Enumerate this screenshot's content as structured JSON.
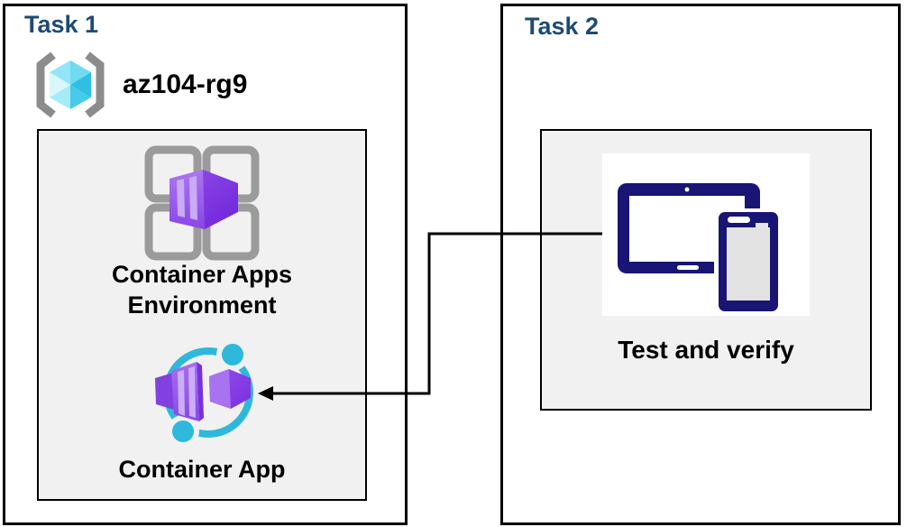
{
  "diagram": {
    "task1": {
      "title": "Task 1",
      "resource_group": {
        "name": "az104-rg9",
        "icon": "resource-group-icon"
      },
      "nodes": [
        {
          "label": "Container Apps Environment",
          "icon": "container-apps-environment-icon"
        },
        {
          "label": "Container App",
          "icon": "container-app-icon"
        }
      ]
    },
    "task2": {
      "title": "Task 2",
      "nodes": [
        {
          "label": "Test and verify",
          "icon": "tablet-and-phone-icon"
        }
      ]
    },
    "connector": {
      "direction": "from Test and verify icon to Container App icon",
      "style": "elbow-arrow"
    }
  },
  "colors": {
    "task_title": "#1d4b72",
    "box_border": "#000000",
    "inner_box_bg": "#f1f1f1",
    "label_text": "#000000",
    "rg_bracket_gray": "#8c8c8c",
    "rg_cube_cyan": "#6fdaf2",
    "frame_gray": "#9b9b9b",
    "container_purple_dark": "#7c33e1",
    "container_purple_light": "#9c61ed",
    "container_stripe": "#c9acf6",
    "app_circle_cyan": "#2eb8dc",
    "device_navy": "#181575",
    "device_screen_gray": "#e3e3e3",
    "connector_black": "#000000"
  }
}
